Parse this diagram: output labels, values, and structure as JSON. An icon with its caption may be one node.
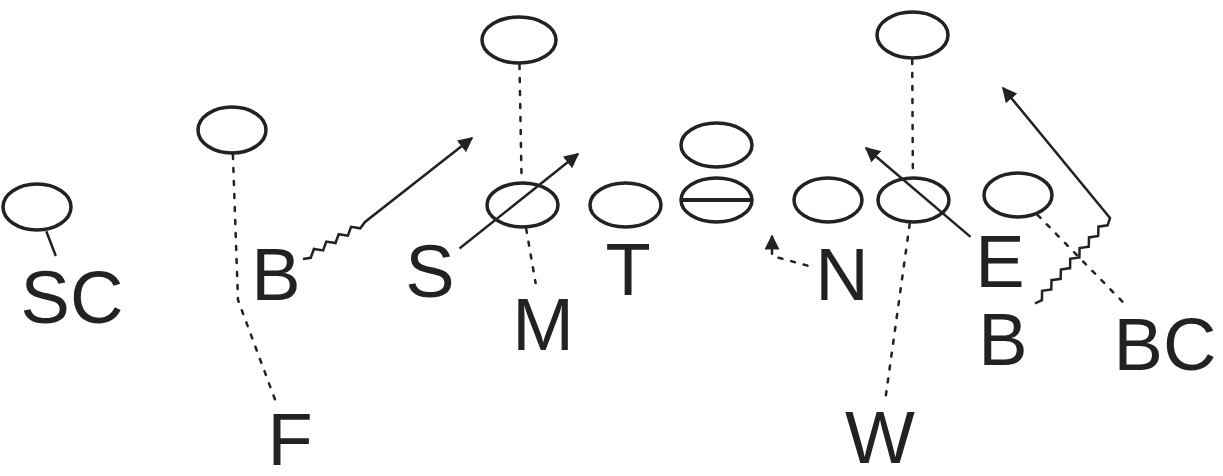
{
  "diagram": {
    "nodes": [
      {
        "text": [],
        "shape": "circle"
      },
      {
        "text": [],
        "shape": "circle"
      },
      {
        "text": [],
        "shape": "circle"
      },
      {
        "text": [],
        "shape": "circle"
      },
      {
        "text": [],
        "shape": "circle"
      },
      {
        "text": [],
        "shape": "circle"
      },
      {
        "text": [],
        "shape": "circle"
      },
      {
        "text": [],
        "shape": "circle"
      },
      {
        "text": [],
        "shape": "circle"
      },
      {
        "text": [],
        "shape": "circle"
      },
      {
        "text": [],
        "shape": "circle"
      },
      {
        "text": [
          "SC"
        ]
      },
      {
        "text": [
          "B"
        ]
      },
      {
        "text": [
          "S"
        ]
      },
      {
        "text": [
          "M"
        ]
      },
      {
        "text": [
          "T"
        ]
      },
      {
        "text": [
          "N"
        ]
      },
      {
        "text": [
          "E"
        ]
      },
      {
        "text": [
          "B"
        ]
      },
      {
        "text": [
          "BC"
        ]
      },
      {
        "text": [
          "F"
        ]
      },
      {
        "text": [
          "W"
        ]
      }
    ],
    "edges": [
      {
        "from": 0,
        "to": 11,
        "arrow": "none"
      },
      {
        "from": 1,
        "to": 20,
        "arrow": "none",
        "style": "dashed"
      },
      {
        "from": 12,
        "to": null,
        "arrow": "to"
      },
      {
        "from": 13,
        "to": null,
        "arrow": "to"
      },
      {
        "from": 2,
        "to": 3,
        "arrow": "none",
        "style": "dashed"
      },
      {
        "from": 3,
        "to": 14,
        "arrow": "none",
        "style": "dashed"
      },
      {
        "from": 16,
        "to": null,
        "arrow": "to",
        "style": "dashed"
      },
      {
        "from": 8,
        "to": 9,
        "arrow": "none",
        "style": "dashed"
      },
      {
        "from": 9,
        "to": 21,
        "arrow": "none",
        "style": "dashed"
      },
      {
        "from": 17,
        "to": null,
        "arrow": "to"
      },
      {
        "from": 18,
        "to": null,
        "arrow": "to"
      },
      {
        "from": 10,
        "to": 19,
        "arrow": "none",
        "style": "dashed"
      }
    ]
  }
}
